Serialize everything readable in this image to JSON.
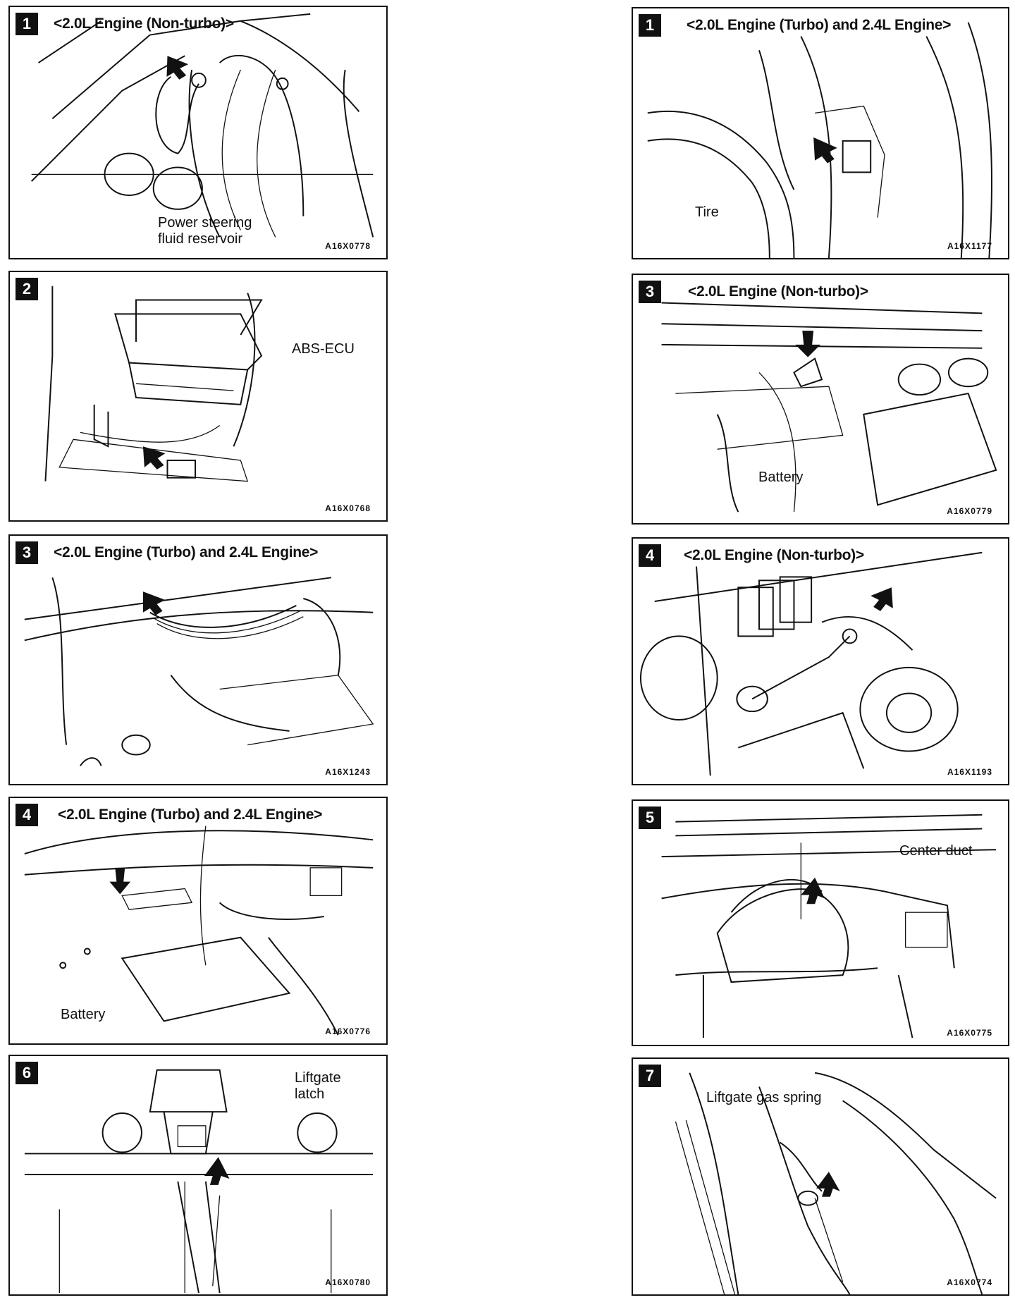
{
  "panels": [
    {
      "id": "p1l",
      "step": "1",
      "title": "<2.0L Engine (Non-turbo)>",
      "labels": [
        "Power steering",
        "fluid reservoir"
      ],
      "code": "A16X0778"
    },
    {
      "id": "p1r",
      "step": "1",
      "title": "<2.0L Engine (Turbo) and 2.4L Engine>",
      "labels": [
        "Tire"
      ],
      "code": "A16X1177"
    },
    {
      "id": "p2l",
      "step": "2",
      "title": "",
      "labels": [
        "ABS-ECU"
      ],
      "code": "A16X0768"
    },
    {
      "id": "p3r",
      "step": "3",
      "title": "<2.0L Engine (Non-turbo)>",
      "labels": [
        "Battery"
      ],
      "code": "A16X0779"
    },
    {
      "id": "p3l",
      "step": "3",
      "title": "<2.0L Engine (Turbo) and 2.4L Engine>",
      "labels": [],
      "code": "A16X1243"
    },
    {
      "id": "p4r",
      "step": "4",
      "title": "<2.0L Engine (Non-turbo)>",
      "labels": [],
      "code": "A16X1193"
    },
    {
      "id": "p4l",
      "step": "4",
      "title": "<2.0L Engine (Turbo) and 2.4L Engine>",
      "labels": [
        "Battery"
      ],
      "code": "A16X0776"
    },
    {
      "id": "p5r",
      "step": "5",
      "title": "",
      "labels": [
        "Center duct"
      ],
      "code": "A16X0775"
    },
    {
      "id": "p6l",
      "step": "6",
      "title": "",
      "labels": [
        "Liftgate",
        "latch"
      ],
      "code": "A16X0780"
    },
    {
      "id": "p7r",
      "step": "7",
      "title": "",
      "labels": [
        "Liftgate gas spring"
      ],
      "code": "A16X0774"
    }
  ]
}
